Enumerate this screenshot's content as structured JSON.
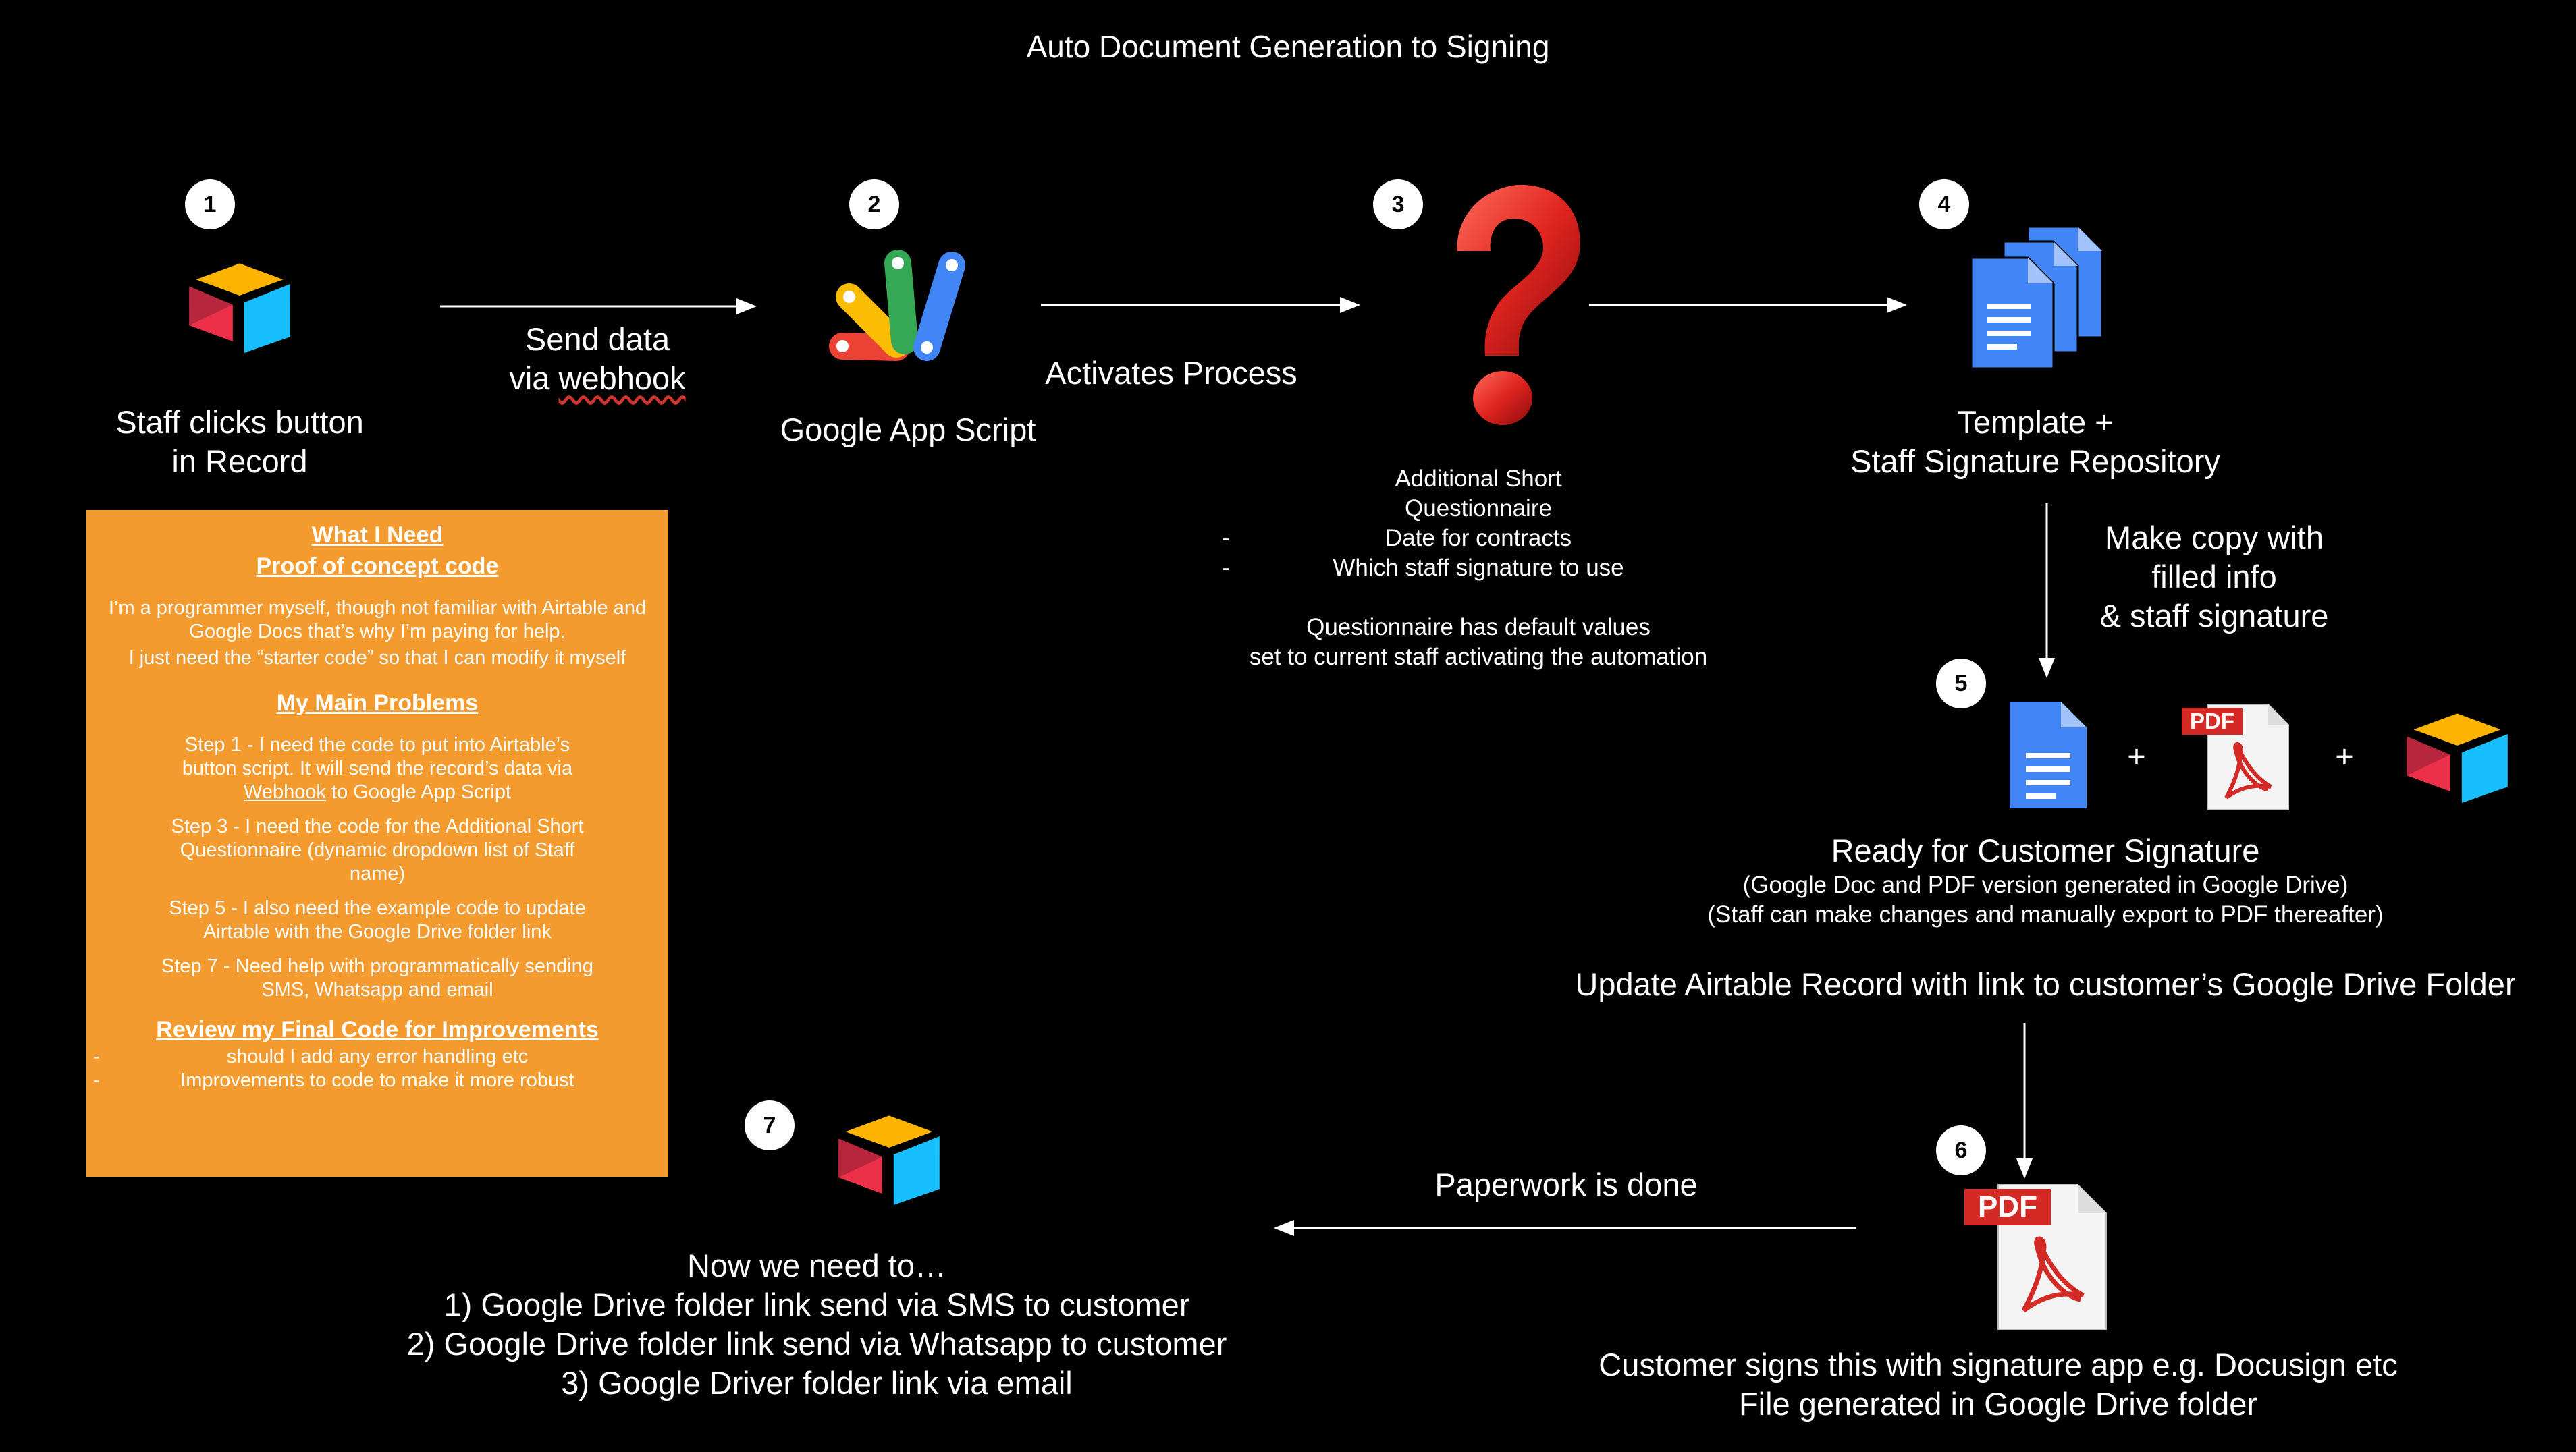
{
  "title": "Auto Document Generation to Signing",
  "badges": [
    "1",
    "2",
    "3",
    "4",
    "5",
    "6",
    "7"
  ],
  "steps": {
    "s1": [
      "Staff clicks button",
      "in Record"
    ],
    "s2": "Google App Script",
    "s3": {
      "lines": [
        "Additional Short",
        "Questionnaire"
      ],
      "bullets": [
        "Date for contracts",
        "Which staff signature to use"
      ],
      "bullet_dash": "-",
      "note": [
        "Questionnaire has default values",
        "set to current staff activating the automation"
      ]
    },
    "s4": [
      "Template +",
      "Staff Signature Repository"
    ],
    "s5": {
      "plus": "+",
      "pdf_label": "PDF",
      "heading": "Ready for Customer Signature",
      "sub": [
        "(Google Doc and PDF version generated in Google Drive)",
        "(Staff can make changes and manually export to PDF thereafter)"
      ],
      "update": "Update Airtable Record with link to customer’s Google Drive Folder"
    },
    "s6": {
      "pdf_label": "PDF",
      "lines": [
        "Customer signs this with signature app e.g. Docusign etc",
        "File generated in Google Drive folder"
      ]
    },
    "s7": [
      "Now we need to…",
      "1) Google Drive folder link send via SMS to customer",
      "2) Google Drive folder link send via Whatsapp to customer",
      "3) Google Driver folder link via email"
    ]
  },
  "arrows": {
    "a1": [
      "Send data",
      "via "
    ],
    "a1_word": "webhook",
    "a2": "Activates Process",
    "a4": [
      "Make copy with",
      "filled info",
      "& staff signature"
    ],
    "a6": "Paperwork is done"
  },
  "panel": {
    "h1": "What I Need",
    "h2": "Proof of concept code",
    "intro1": "I’m a programmer myself, though not familiar with Airtable and Google Docs that’s why I’m paying for help.",
    "intro2": "I just need the “starter code” so that I can modify it myself",
    "h3": "My Main Problems",
    "p1a": "Step 1 - I need the code to put into Airtable’s button script. It will send the record’s data via ",
    "p1_word": "Webhook",
    "p1b": " to Google App Script",
    "p2": "Step 3 - I need the code for the Additional Short Questionnaire (dynamic dropdown list of Staff name)",
    "p3": "Step 5 - I also need the example code to update Airtable with the Google Drive folder link",
    "p4": "Step 7 - Need help with programmatically sending SMS, Whatsapp and email",
    "h4": "Review my Final Code for Improvements",
    "dash": "-",
    "b1": "should I add any error handling etc",
    "b2": "Improvements to code to make it more robust"
  },
  "colors": {
    "background": "#000000",
    "panel": "#f39b2f",
    "airtable_yellow": "#fcb400",
    "airtable_red": "#ed3049",
    "airtable_blue": "#2d7ff9",
    "gdocs_blue": "#4285f4",
    "pdf_red": "#d42a26"
  },
  "icons": [
    "airtable-icon",
    "apps-script-icon",
    "question-mark-icon",
    "google-docs-icon",
    "pdf-icon"
  ]
}
